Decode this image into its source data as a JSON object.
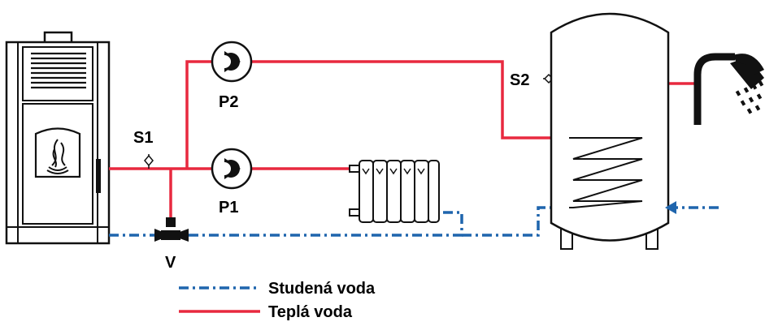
{
  "labels": {
    "s1": "S1",
    "s2": "S2",
    "p1": "P1",
    "p2": "P2",
    "v": "V"
  },
  "legend": {
    "cold": "Studená voda",
    "hot": "Teplá voda"
  },
  "colors": {
    "hot_pipe": "#e8293f",
    "cold_pipe": "#1f65ad",
    "outline": "#111111",
    "background": "#ffffff"
  },
  "icons": {
    "stove": "pellet-stove-icon",
    "flame": "flame-icon",
    "pump": "pump-icon",
    "radiator": "radiator-icon",
    "tank": "water-heater-tank-icon",
    "shower": "shower-head-icon",
    "valve": "three-way-valve-icon",
    "sensor": "temperature-sensor-icon",
    "arrow": "flow-arrow-icon"
  }
}
